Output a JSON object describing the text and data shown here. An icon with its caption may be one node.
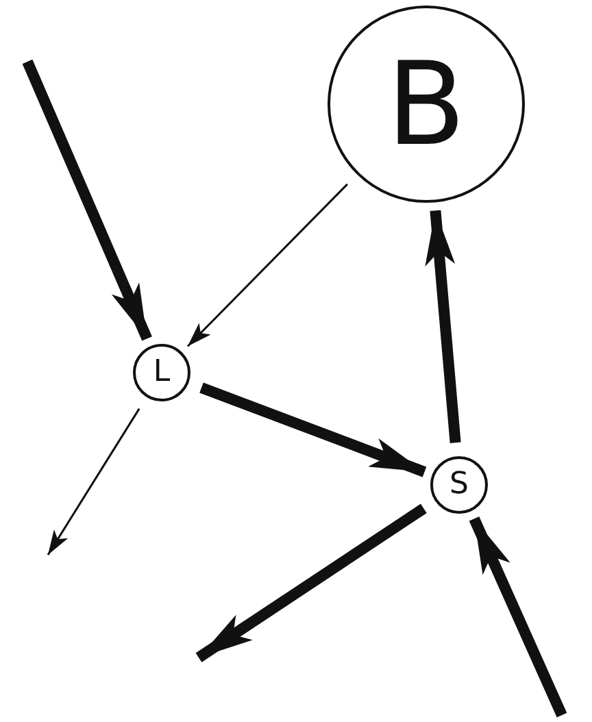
{
  "diagram": {
    "nodes": [
      {
        "text": [
          "B"
        ]
      },
      {
        "text": [
          "L"
        ]
      },
      {
        "text": [
          "S"
        ]
      }
    ],
    "edges": [
      {
        "from": null,
        "to": 1,
        "arrow": "to"
      },
      {
        "from": 0,
        "to": 1,
        "arrow": "to"
      },
      {
        "from": 1,
        "to": null,
        "arrow": "to"
      },
      {
        "from": 1,
        "to": 2,
        "arrow": "to"
      },
      {
        "from": 2,
        "to": 0,
        "arrow": "to"
      },
      {
        "from": 2,
        "to": null,
        "arrow": "to"
      },
      {
        "from": null,
        "to": 2,
        "arrow": "to"
      }
    ]
  }
}
